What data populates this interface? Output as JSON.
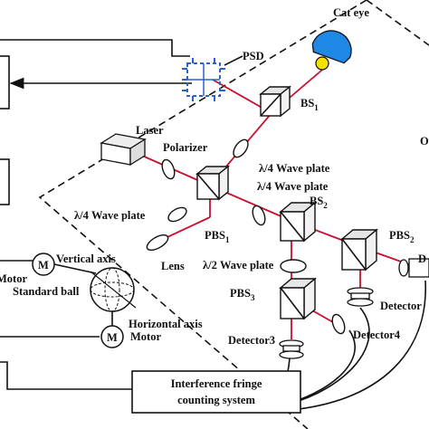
{
  "labels": {
    "cat_eye": "Cat eye",
    "psd": "PSD",
    "bs1": "BS",
    "bs1_sub": "1",
    "o_label": "O",
    "laser": "Laser",
    "polarizer": "Polarizer",
    "qwp1": "λ/4 Wave plate",
    "qwp2": "λ/4 Wave plate",
    "qwp3": "λ/4 Wave plate",
    "bs2": "BS",
    "bs2_sub": "2",
    "pbs1": "PBS",
    "pbs1_sub": "1",
    "pbs2": "PBS",
    "pbs2_sub": "2",
    "pbs3": "PBS",
    "pbs3_sub": "3",
    "lens": "Lens",
    "vertical_axis": "Vertical axis",
    "hwp": "λ/2 Wave plate",
    "motor_top": "Motor",
    "motor_bottom": "Motor",
    "motor_symbol_top": "M",
    "motor_symbol_bottom": "M",
    "standard_ball": "Standard ball",
    "horizontal_axis": "Horizontal axis",
    "detector3": "Detector3",
    "detector4": "Detector4",
    "detector_right": "Detector",
    "d_label": "D",
    "counting_line1": "Interference fringe",
    "counting_line2": "counting  system"
  },
  "colors": {
    "beam": "#c8102e",
    "cat_eye_blue": "#1e88e5",
    "cat_eye_yellow": "#f5e000",
    "psd_blue": "#2b63c6"
  }
}
